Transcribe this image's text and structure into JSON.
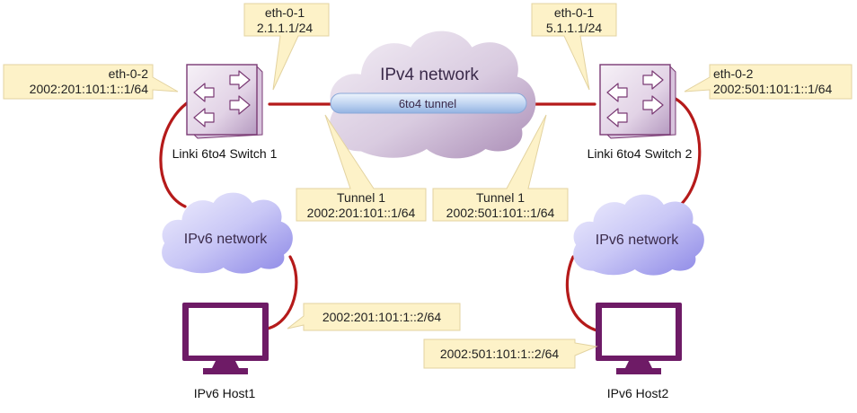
{
  "colors": {
    "link": "#b51a1a",
    "callout_fill": "#fdf2c8",
    "callout_stroke": "#e3d3a0",
    "ipv4_cloud": "#bfa6c9",
    "ipv6_cloud": "#a9a7f0",
    "device": "#6e1b66",
    "tunnel": "#a9c6ee"
  },
  "clouds": {
    "ipv4": {
      "label": "IPv4 network",
      "icon": "cloud-icon"
    },
    "ipv6_left": {
      "label": "IPv6 network",
      "icon": "cloud-icon"
    },
    "ipv6_right": {
      "label": "IPv6 network",
      "icon": "cloud-icon"
    }
  },
  "tunnel": {
    "label": "6to4 tunnel"
  },
  "switches": [
    {
      "label": "Linki 6to4 Switch 1",
      "icon": "switch-icon"
    },
    {
      "label": "Linki 6to4 Switch 2",
      "icon": "switch-icon"
    }
  ],
  "hosts": [
    {
      "label": "IPv6 Host1",
      "icon": "monitor-icon"
    },
    {
      "label": "IPv6 Host2",
      "icon": "monitor-icon"
    }
  ],
  "callouts": {
    "sw1_eth01": {
      "line1": "eth-0-1",
      "line2": "2.1.1.1/24"
    },
    "sw1_eth02": {
      "line1": "eth-0-2",
      "line2": "2002:201:101:1::1/64"
    },
    "sw2_eth01": {
      "line1": "eth-0-1",
      "line2": "5.1.1.1/24"
    },
    "sw2_eth02": {
      "line1": "eth-0-2",
      "line2": "2002:501:101:1::1/64"
    },
    "tunnel1_left": {
      "line1": "Tunnel 1",
      "line2": "2002:201:101::1/64"
    },
    "tunnel1_right": {
      "line1": "Tunnel 1",
      "line2": "2002:501:101::1/64"
    },
    "host1": {
      "line1": "2002:201:101:1::2/64"
    },
    "host2": {
      "line1": "2002:501:101:1::2/64"
    }
  }
}
